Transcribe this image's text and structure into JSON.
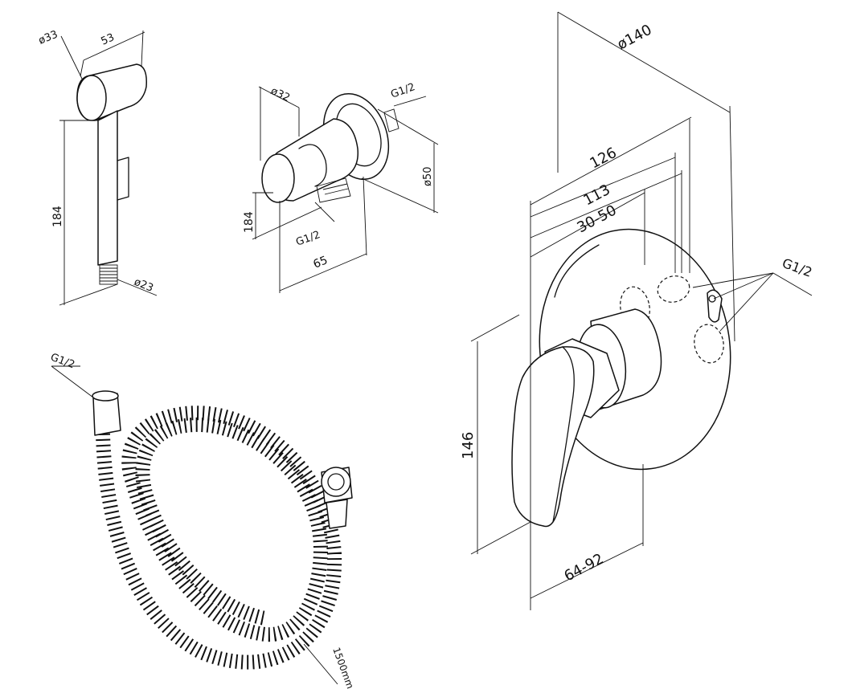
{
  "diagram": {
    "shower_head": {
      "dims": {
        "diameter_top": "ø33",
        "length_top": "53",
        "height": "184",
        "diameter_bottom": "ø23"
      }
    },
    "wall_connector": {
      "dims": {
        "diameter_holder": "ø32",
        "thread_top": "G1/2",
        "diameter_flange": "ø50",
        "height": "184",
        "thread_bottom": "G1/2",
        "width": "65"
      }
    },
    "hose": {
      "dims": {
        "thread": "G1/2",
        "length": "1500mm"
      }
    },
    "mixer": {
      "dims": {
        "diameter_plate": "ø140",
        "width_overall": "126",
        "width_body": "113",
        "install_range": "30-50",
        "thread": "G1/2",
        "height": "146",
        "depth_range": "64-92"
      }
    }
  }
}
